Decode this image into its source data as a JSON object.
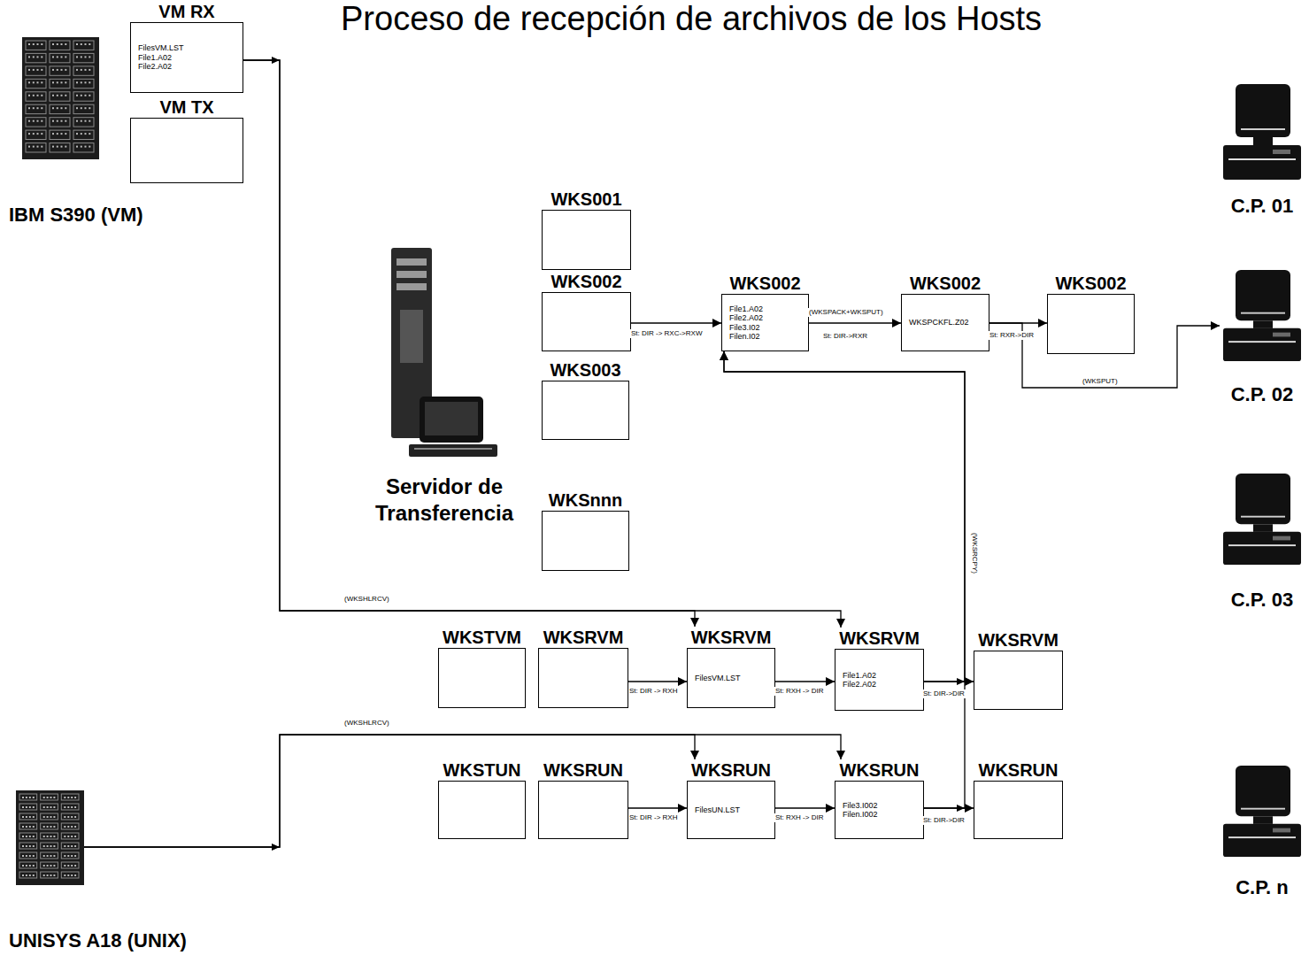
{
  "diagram": {
    "title": "Proceso de recepción de archivos de los Hosts",
    "nodes": [
      {
        "text": [
          "IBM S390 (VM)"
        ]
      },
      {
        "text": [
          "VM RX",
          "FilesVM.LST",
          "File1.A02",
          "File2.A02"
        ]
      },
      {
        "text": [
          "VM TX"
        ]
      },
      {
        "text": [
          "C.P. 01"
        ]
      },
      {
        "text": [
          "WKS001"
        ]
      },
      {
        "text": [
          "WKS002"
        ]
      },
      {
        "text": [
          "WKS002",
          "File1.A02",
          "File2.A02",
          "File3.I02",
          "Filen.I02"
        ]
      },
      {
        "text": [
          "WKS002",
          "WKSPCKFL.Z02"
        ]
      },
      {
        "text": [
          "WKS002"
        ]
      },
      {
        "text": [
          "C.P. 02"
        ]
      },
      {
        "text": [
          "Servidor de Transferencia"
        ]
      },
      {
        "text": [
          "WKS003"
        ]
      },
      {
        "text": [
          "C.P. 03"
        ]
      },
      {
        "text": [
          "WKSnnn"
        ]
      },
      {
        "text": [
          "WKSTVM"
        ]
      },
      {
        "text": [
          "WKSRVM"
        ]
      },
      {
        "text": [
          "WKSRVM",
          "FilesVM.LST"
        ]
      },
      {
        "text": [
          "WKSRVM",
          "File1.A02",
          "File2.A02"
        ]
      },
      {
        "text": [
          "WKSRVM"
        ]
      },
      {
        "text": [
          "WKSTUN"
        ]
      },
      {
        "text": [
          "WKSRUN"
        ]
      },
      {
        "text": [
          "WKSRUN",
          "FilesUN.LST"
        ]
      },
      {
        "text": [
          "WKSRUN",
          "File3.I002",
          "Filen.I002"
        ]
      },
      {
        "text": [
          "WKSRUN"
        ]
      },
      {
        "text": [
          "C.P. n"
        ]
      },
      {
        "text": [
          "UNISYS A18 (UNIX)"
        ]
      }
    ],
    "edges": [
      {
        "from": 1,
        "to": 16,
        "label": "(WKSHLRCV)",
        "arrow": "to"
      },
      {
        "from": 1,
        "to": 17,
        "arrow": "to"
      },
      {
        "from": 25,
        "to": 21,
        "label": "(WKSHLRCV)",
        "arrow": "to"
      },
      {
        "from": 25,
        "to": 22,
        "arrow": "to"
      },
      {
        "from": 5,
        "to": 6,
        "label": "St: DIR -> RXC->RXW",
        "arrow": "to"
      },
      {
        "from": 6,
        "to": 7,
        "label": "(WKSPACK+WKSPUT)",
        "arrow": "to"
      },
      {
        "from": 7,
        "to": 8,
        "label": "St: RXR->DIR",
        "arrow": "to"
      },
      {
        "from": 7,
        "to": 9,
        "label": "(WKSPUT)",
        "arrow": "to"
      },
      {
        "from": 15,
        "to": 16,
        "label": "St: DIR -> RXH",
        "arrow": "to"
      },
      {
        "from": 16,
        "to": 17,
        "label": "St: RXH -> DIR",
        "arrow": "to"
      },
      {
        "from": 17,
        "to": 18,
        "label": "St: DIR->DIR",
        "arrow": "to"
      },
      {
        "from": 20,
        "to": 21,
        "label": "St: DIR -> RXH",
        "arrow": "to"
      },
      {
        "from": 21,
        "to": 22,
        "label": "St: RXH -> DIR",
        "arrow": "to"
      },
      {
        "from": 22,
        "to": 23,
        "label": "St: DIR->DIR",
        "arrow": "to"
      },
      {
        "from": 17,
        "to": 6,
        "label": "(WKSRCPY)",
        "arrow": "to"
      },
      {
        "from": 22,
        "to": 6,
        "arrow": "to"
      }
    ],
    "labels": [
      "St: DIR->RXR"
    ]
  }
}
